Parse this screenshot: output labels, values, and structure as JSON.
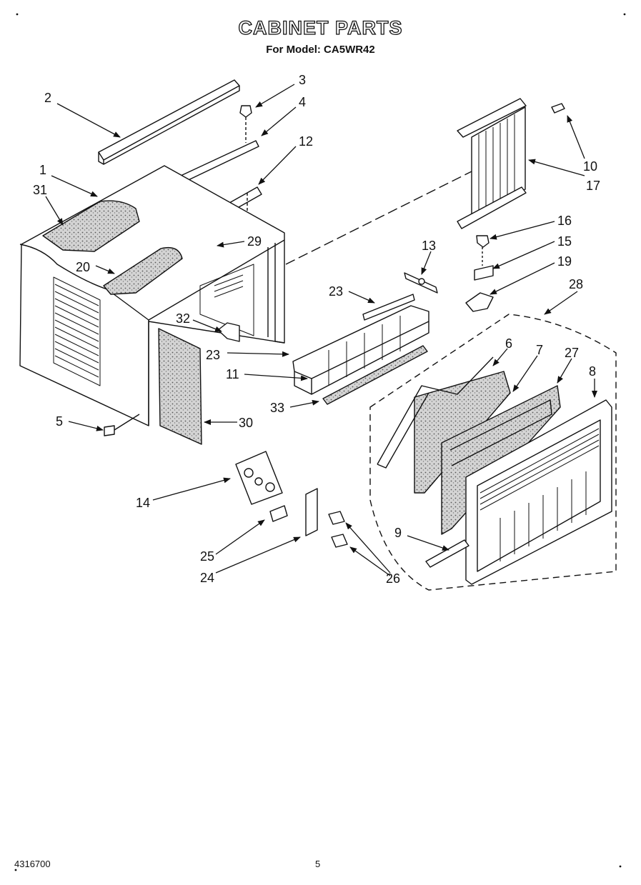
{
  "header": {
    "title": "CABINET PARTS",
    "subtitle": "For Model: CA5WR42"
  },
  "callouts": [
    {
      "id": "c2",
      "label": "2"
    },
    {
      "id": "c3",
      "label": "3"
    },
    {
      "id": "c4",
      "label": "4"
    },
    {
      "id": "c12",
      "label": "12"
    },
    {
      "id": "c1",
      "label": "1"
    },
    {
      "id": "c31",
      "label": "31"
    },
    {
      "id": "c29",
      "label": "29"
    },
    {
      "id": "c20",
      "label": "20"
    },
    {
      "id": "c10",
      "label": "10"
    },
    {
      "id": "c17",
      "label": "17"
    },
    {
      "id": "c16",
      "label": "16"
    },
    {
      "id": "c15",
      "label": "15"
    },
    {
      "id": "c19",
      "label": "19"
    },
    {
      "id": "c13",
      "label": "13"
    },
    {
      "id": "c23a",
      "label": "23"
    },
    {
      "id": "c28",
      "label": "28"
    },
    {
      "id": "c32",
      "label": "32"
    },
    {
      "id": "c23b",
      "label": "23"
    },
    {
      "id": "c11",
      "label": "11"
    },
    {
      "id": "c6",
      "label": "6"
    },
    {
      "id": "c7",
      "label": "7"
    },
    {
      "id": "c27",
      "label": "27"
    },
    {
      "id": "c8",
      "label": "8"
    },
    {
      "id": "c33",
      "label": "33"
    },
    {
      "id": "c5",
      "label": "5"
    },
    {
      "id": "c30",
      "label": "30"
    },
    {
      "id": "c14",
      "label": "14"
    },
    {
      "id": "c9",
      "label": "9"
    },
    {
      "id": "c25",
      "label": "25"
    },
    {
      "id": "c24",
      "label": "24"
    },
    {
      "id": "c26",
      "label": "26"
    }
  ],
  "footer": {
    "doc_number": "4316700",
    "page_number": "5"
  }
}
